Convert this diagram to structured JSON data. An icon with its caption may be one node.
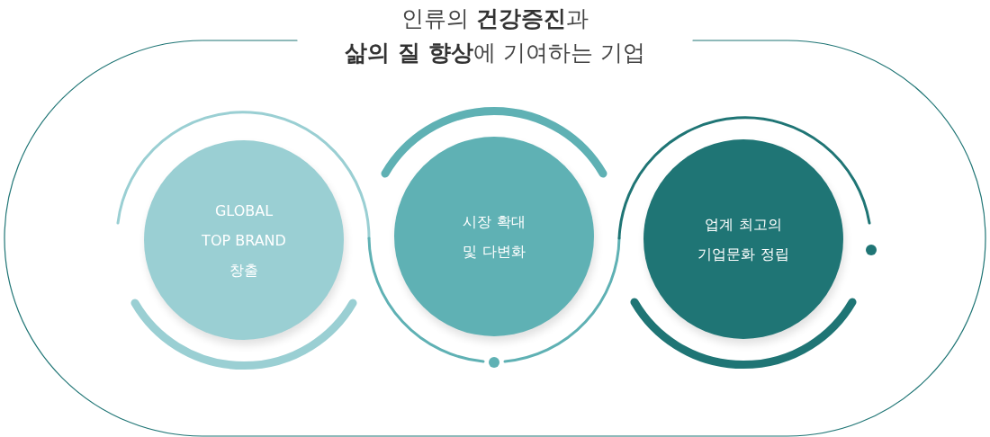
{
  "diagram": {
    "title": "인류의 **건강증진**과 **삶의 질 향상**에 기여하는 기업",
    "nodes": [
      {
        "text": [
          "GLOBAL TOP BRAND 창출"
        ]
      },
      {
        "text": [
          "시장 확대 및 다변화"
        ]
      },
      {
        "text": [
          "업계 최고의 기업문화 정립"
        ]
      }
    ]
  }
}
